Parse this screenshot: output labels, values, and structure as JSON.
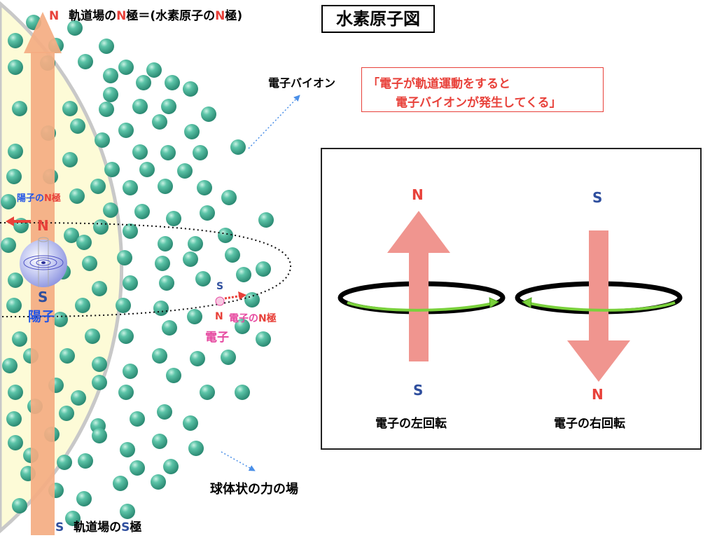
{
  "title": "水素原子図",
  "top_label": {
    "n": "N",
    "text1": "軌道場の",
    "n2": "N",
    "text2": "極＝(水素原子の",
    "n3": "N",
    "text3": "極)"
  },
  "bottom_label": {
    "s": "S",
    "text1": "軌道場の",
    "s2": "S",
    "text2": "極"
  },
  "biont_label": "電子バイオン",
  "quote": {
    "line1": "「電子が軌道運動をすると",
    "line2": "電子バイオンが発生してくる」"
  },
  "proton": {
    "n_pole_prefix": "陽子の",
    "n_pole_n": "N",
    "n_pole_suffix": "極",
    "n": "N",
    "s": "S",
    "name": "陽子"
  },
  "electron": {
    "s": "S",
    "n": "N",
    "pole_prefix": "電子の",
    "pole_n": "N",
    "pole_suffix": "極",
    "name": "電子"
  },
  "field_label": "球体状の力の場",
  "panel": {
    "left": {
      "top_pole": "N",
      "bottom_pole": "S",
      "caption": "電子の左回転"
    },
    "right": {
      "top_pole": "S",
      "bottom_pole": "N",
      "caption": "電子の右回転"
    }
  },
  "colors": {
    "sphere_fill": "#fdfbd7",
    "sphere_border": "#c8c8c8",
    "particle": "#3fa890",
    "axis_arrow": "#f4ac82",
    "pole_red": "#e8413a",
    "pole_blue": "#2f4f9e",
    "panel_arrow": "#f0958f",
    "orbit_green": "#7ad13c"
  }
}
